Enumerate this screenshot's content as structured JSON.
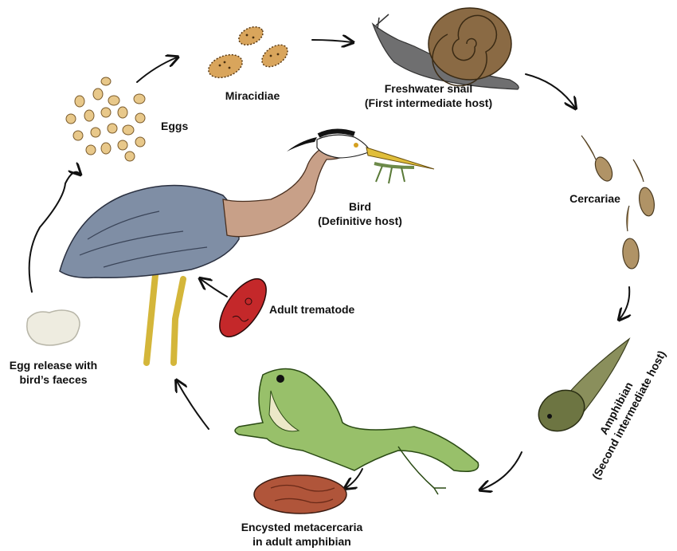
{
  "labels": {
    "eggs": "Eggs",
    "miracidiae": "Miracidiae",
    "snail_line1": "Freshwater snail",
    "snail_line2": "(First intermediate host)",
    "cercariae": "Cercariae",
    "amphibian_line1": "Amphibian",
    "amphibian_line2": "(Second intermediate host)",
    "metacercaria_line1": "Encysted metacercaria",
    "metacercaria_line2": "in adult amphibian",
    "adult_trematode": "Adult trematode",
    "bird_line1": "Bird",
    "bird_line2": "(Definitive host)",
    "egg_release_line1": "Egg release with",
    "egg_release_line2": "bird’s faeces"
  },
  "colors": {
    "egg": "#e8c88a",
    "miracidia": "#d9a55c",
    "snail_shell": "#8a6a44",
    "snail_body": "#6f6f70",
    "cercaria": "#b09366",
    "tadpole": "#6d7542",
    "frog": "#98c06a",
    "cyst": "#b0553a",
    "trematode": "#c4282a",
    "heron_body": "#7f8ea5",
    "heron_neck": "#c8a088",
    "heron_legs": "#d4b63a",
    "arrow": "#111111"
  }
}
